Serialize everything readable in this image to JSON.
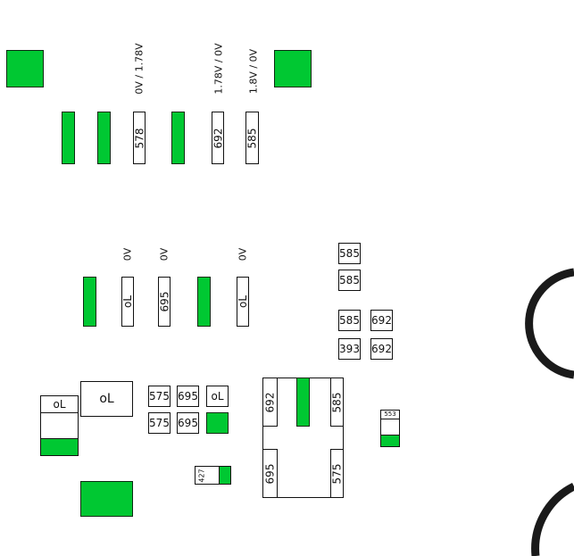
{
  "colors": {
    "green": "#00c832",
    "outline": "#111111",
    "background": "#ffffff"
  },
  "voltages": {
    "v1": "0V / 1.78V",
    "v2": "1.78V / 0V",
    "v3": "1.8V / 0V",
    "v4": "0V",
    "v5": "0V",
    "v6": "0V"
  },
  "row1": {
    "p578": "578",
    "p692": "692",
    "p585": "585"
  },
  "row2": {
    "p_ol_a": "oL",
    "p695": "695",
    "p_ol_b": "oL"
  },
  "right_grid": {
    "a": "585",
    "b": "585",
    "c": "585",
    "d": "692",
    "e": "393",
    "f": "692"
  },
  "lower_left": {
    "ol_small": "oL",
    "ol_big": "oL"
  },
  "small_grid": {
    "a": "575",
    "b": "695",
    "c": "oL",
    "d": "575",
    "e": "695"
  },
  "chip_427": "427",
  "ic": {
    "tl": "692",
    "tr": "585",
    "bl": "695",
    "br": "575"
  },
  "chip_553": "553"
}
